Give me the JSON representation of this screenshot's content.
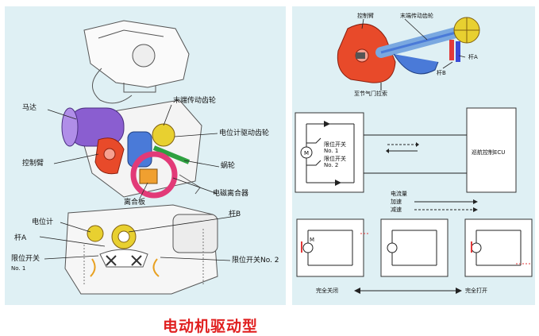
{
  "left": {
    "labels": {
      "motor": "马达",
      "final_gear": "末端传动齿轮",
      "pot_gear": "电位计驱动齿轮",
      "control_arm": "控制臂",
      "worm": "蜗轮",
      "clutch": "电磁离合器",
      "clutch_plate": "离合板",
      "lever_b": "杆B",
      "potentiometer": "电位计",
      "lever_a": "杆A",
      "limit1_line1": "限位开关",
      "limit1_line2": "No. 1",
      "limit2": "限位开关No. 2"
    }
  },
  "right": {
    "top_labels": {
      "control_arm": "控制臂",
      "final_gear": "末端传动齿轮",
      "lever_a": "杆A",
      "lever_b": "杆B",
      "throttle_cable": "至节气门拉索"
    },
    "circuit": {
      "limit1_line1": "限位开关",
      "limit1_line2": "No. 1",
      "limit2_line1": "限位开关",
      "limit2_line2": "No. 2",
      "ecu": "巡航控制ECU",
      "motor_symbol": "M"
    },
    "legend": {
      "title": "电流量",
      "accel": "加速",
      "decel": "减速"
    },
    "bottom": {
      "fully_closed": "完全关闭",
      "fully_open": "完全打开",
      "motor_symbol": "M"
    }
  },
  "caption": "电动机驱动型",
  "colors": {
    "panel_bg": "#dff0f4",
    "caption": "#e02020",
    "control_arm": "#e84a2a",
    "motor": "#8a5ed0",
    "gear": "#e8d030"
  }
}
